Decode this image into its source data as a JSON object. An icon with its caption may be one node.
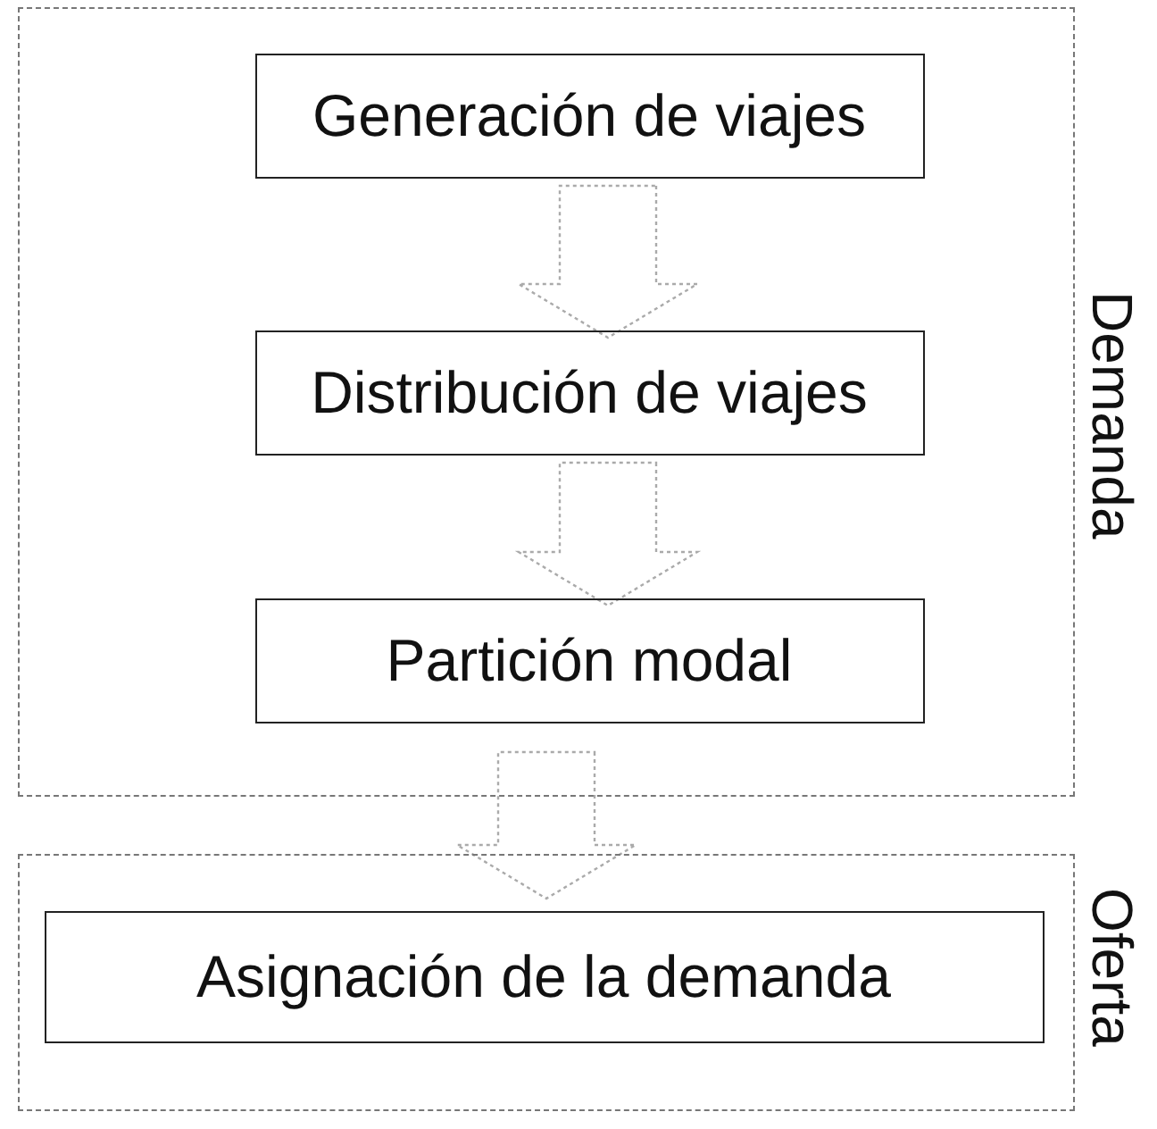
{
  "diagram": {
    "nodes": [
      {
        "text": [
          "Demanda"
        ]
      },
      {
        "text": [
          "Generación de viajes"
        ],
        "in": 0
      },
      {
        "text": [
          "Distribución de viajes"
        ],
        "in": 0
      },
      {
        "text": [
          "Partición modal"
        ],
        "in": 0
      },
      {
        "text": [
          "Oferta"
        ]
      },
      {
        "text": [
          "Asignación de la demanda"
        ],
        "in": 4
      }
    ],
    "edges": [
      {
        "from": 1,
        "to": 2,
        "arrow": "to"
      },
      {
        "from": 2,
        "to": 3,
        "arrow": "to"
      },
      {
        "from": 0,
        "to": 4,
        "arrow": "to"
      }
    ]
  }
}
